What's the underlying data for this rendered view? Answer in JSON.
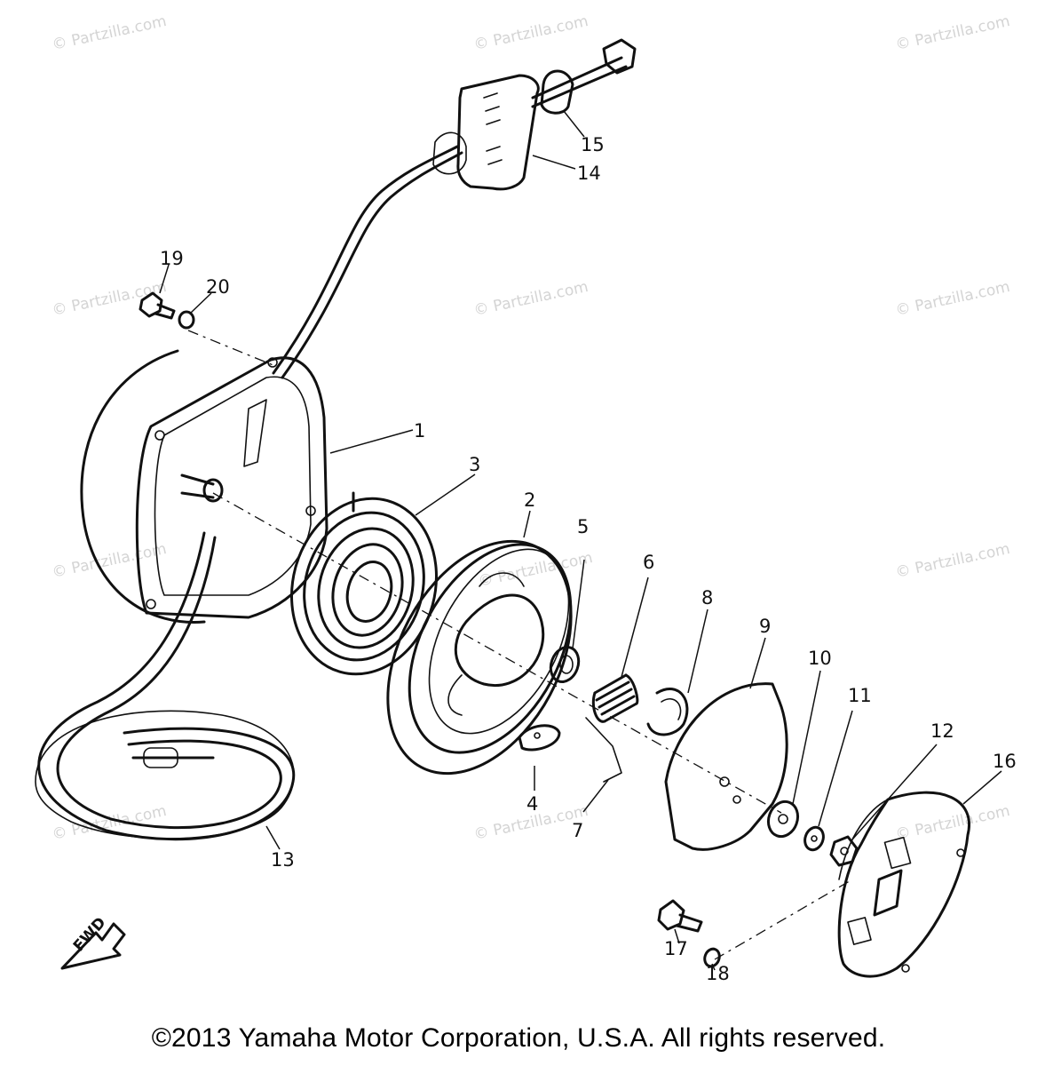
{
  "watermark_text": "© Partzilla.com",
  "copyright": "©2013 Yamaha Motor Corporation, U.S.A. All rights reserved.",
  "fwd_label": "FWD",
  "callouts": [
    "1",
    "2",
    "3",
    "4",
    "5",
    "6",
    "7",
    "8",
    "9",
    "10",
    "11",
    "12",
    "13",
    "14",
    "15",
    "16",
    "17",
    "18",
    "19",
    "20"
  ]
}
